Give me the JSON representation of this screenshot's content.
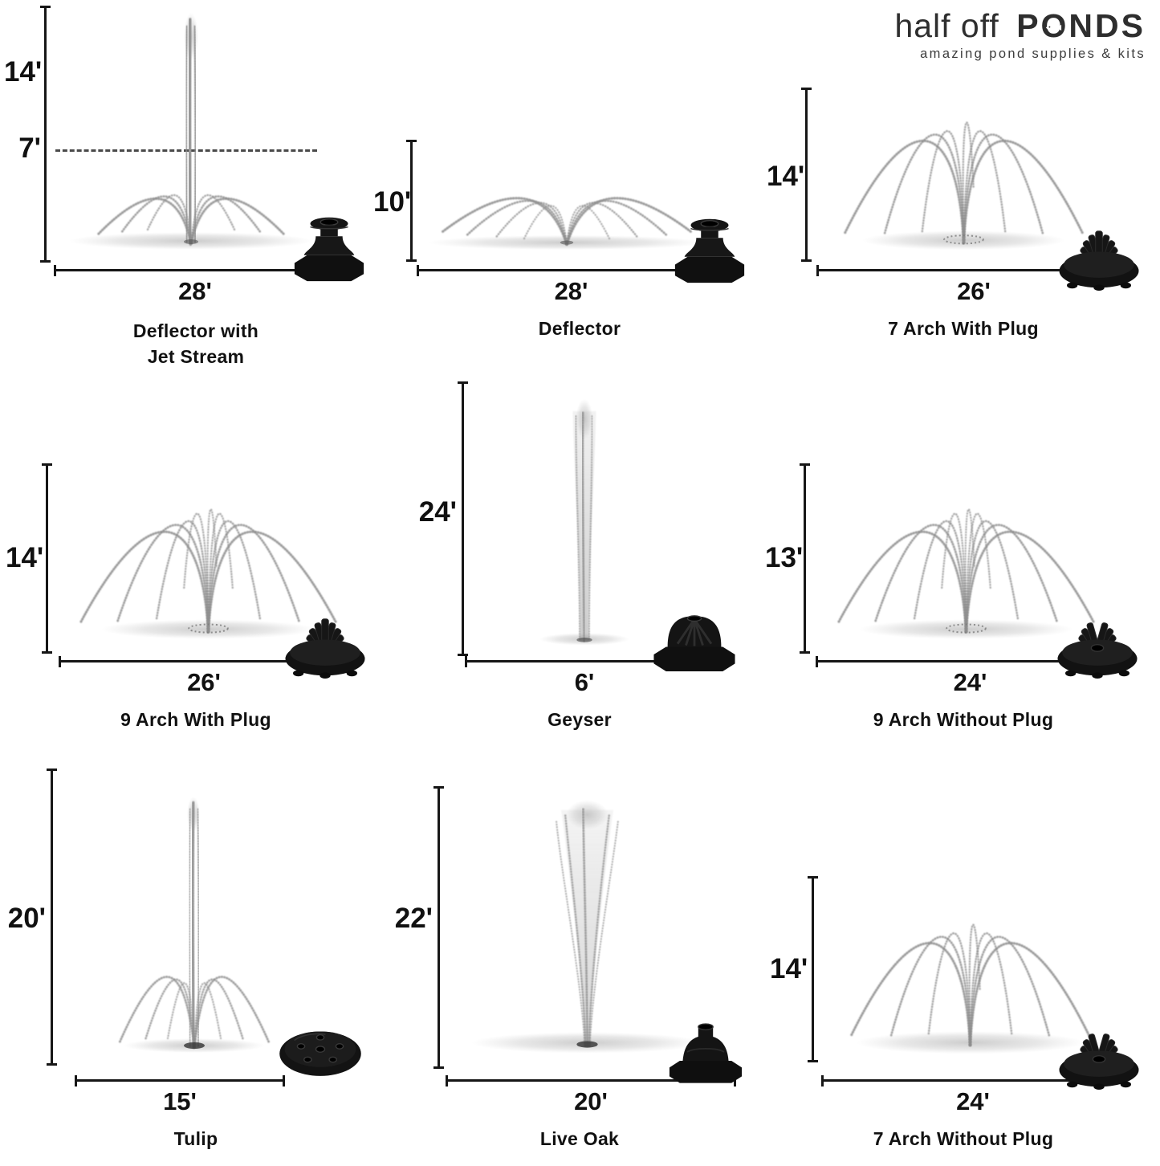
{
  "logo": {
    "script": "half off",
    "caps": "PONDS",
    "tagline": "amazing pond supplies & kits",
    "fish_icon": "fish-icon"
  },
  "fountains": [
    {
      "name": "Deflector with Jet Stream",
      "height": "14'",
      "height_secondary": "7'",
      "width": "28'",
      "spray_icon": "deflector-jet-stream-spray",
      "nozzle_icon": "deflector-nozzle-icon"
    },
    {
      "name": "Deflector",
      "height": "10'",
      "width": "28'",
      "spray_icon": "deflector-spray",
      "nozzle_icon": "deflector-nozzle-icon"
    },
    {
      "name": "7 Arch With Plug",
      "height": "14'",
      "width": "26'",
      "spray_icon": "seven-arch-spray",
      "nozzle_icon": "multi-arch-plug-nozzle-icon"
    },
    {
      "name": "9 Arch With Plug",
      "height": "14'",
      "width": "26'",
      "spray_icon": "nine-arch-spray",
      "nozzle_icon": "multi-arch-plug-nozzle-icon"
    },
    {
      "name": "Geyser",
      "height": "24'",
      "width": "6'",
      "spray_icon": "geyser-spray",
      "nozzle_icon": "geyser-nozzle-icon"
    },
    {
      "name": "9 Arch Without Plug",
      "height": "13'",
      "width": "24'",
      "spray_icon": "nine-arch-spray",
      "nozzle_icon": "multi-arch-open-nozzle-icon"
    },
    {
      "name": "Tulip",
      "height": "20'",
      "width": "15'",
      "spray_icon": "tulip-spray",
      "nozzle_icon": "tulip-disc-nozzle-icon"
    },
    {
      "name": "Live Oak",
      "height": "22'",
      "width": "20'",
      "spray_icon": "live-oak-spray",
      "nozzle_icon": "live-oak-nozzle-icon"
    },
    {
      "name": "7 Arch Without Plug",
      "height": "14'",
      "width": "24'",
      "spray_icon": "seven-arch-spray",
      "nozzle_icon": "multi-arch-open-nozzle-icon"
    }
  ],
  "colors": {
    "ink": "#161616",
    "spray": "#8f8f8f",
    "nozzle": "#141414"
  }
}
